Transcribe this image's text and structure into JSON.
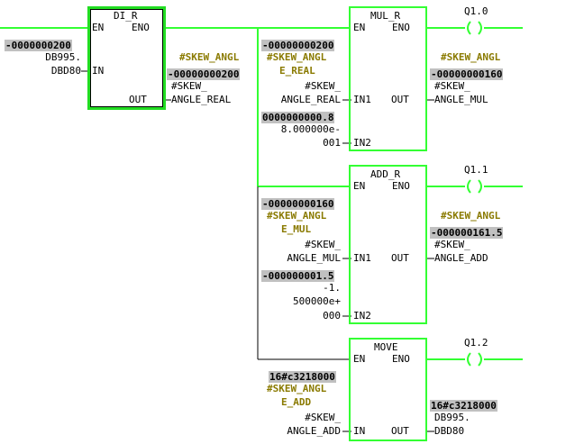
{
  "colors": {
    "power_flow": "#33ff33",
    "symbol": "#8a7a00",
    "value_bg": "#c0c0c0"
  },
  "blocks": {
    "di_r": {
      "title": "DI_R",
      "en": "EN",
      "eno": "ENO",
      "in": "IN",
      "out": "OUT"
    },
    "mul_r": {
      "title": "MUL_R",
      "en": "EN",
      "eno": "ENO",
      "in1": "IN1",
      "in2": "IN2",
      "out": "OUT"
    },
    "add_r": {
      "title": "ADD_R",
      "en": "EN",
      "eno": "ENO",
      "in1": "IN1",
      "in2": "IN2",
      "out": "OUT"
    },
    "move": {
      "title": "MOVE",
      "en": "EN",
      "eno": "ENO",
      "in": "IN",
      "out": "OUT"
    }
  },
  "coils": [
    {
      "label": "Q1.0",
      "symbol": "( )"
    },
    {
      "label": "Q1.1",
      "symbol": "( )"
    },
    {
      "label": "Q1.2",
      "symbol": "( )"
    }
  ],
  "di_r_in": {
    "value": "-0000000200",
    "addr1": "DB995.",
    "addr2": "DBD80"
  },
  "di_r_out": {
    "sym": "#SKEW_ANGL",
    "value": "-00000000200",
    "name1": "#SKEW_",
    "name2": "ANGLE_REAL"
  },
  "mul_in1": {
    "value": "-00000000200",
    "sym1": "#SKEW_ANGL",
    "sym2": "E_REAL",
    "name1": "#SKEW_",
    "name2": "ANGLE_REAL"
  },
  "mul_in2": {
    "value": "0000000000.8",
    "line2": "8.000000e-",
    "line3": "001"
  },
  "mul_out": {
    "sym": "#SKEW_ANGL",
    "value": "-00000000160",
    "name1": "#SKEW_",
    "name2": "ANGLE_MUL"
  },
  "add_in1": {
    "value": "-00000000160",
    "sym1": "#SKEW_ANGL",
    "sym2": "E_MUL",
    "name1": "#SKEW_",
    "name2": "ANGLE_MUL"
  },
  "add_in2": {
    "value": "-000000001.5",
    "line2": "-1.",
    "line3": "500000e+",
    "line4": "000"
  },
  "add_out": {
    "sym": "#SKEW_ANGL",
    "value": "-000000161.5",
    "name1": "#SKEW_",
    "name2": "ANGLE_ADD"
  },
  "move_in": {
    "value": "16#c3218000",
    "sym1": "#SKEW_ANGL",
    "sym2": "E_ADD",
    "name1": "#SKEW_",
    "name2": "ANGLE_ADD"
  },
  "move_out": {
    "value": "16#c3218000",
    "addr1": "DB995.",
    "addr2": "DBD80"
  }
}
